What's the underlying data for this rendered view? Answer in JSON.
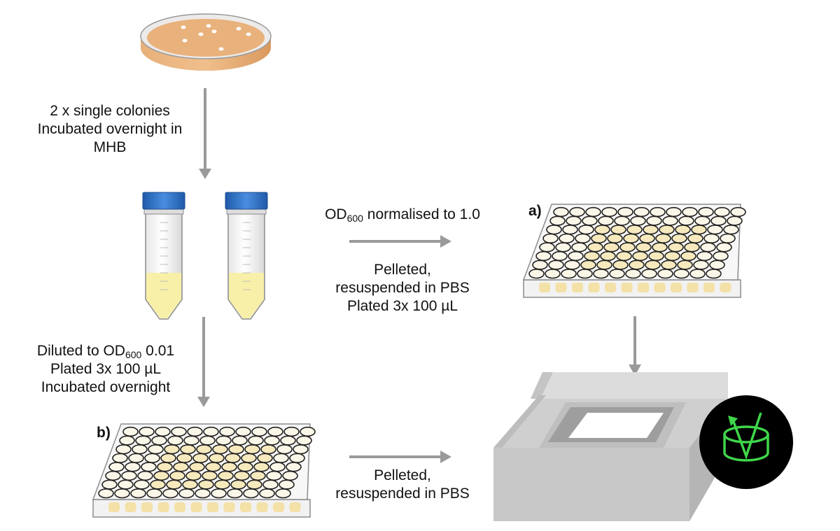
{
  "colors": {
    "agar": "#e3a86b",
    "dish_rim": "#d9d9d9",
    "cap": "#2f6fc0",
    "culture": "#f8f0a8",
    "arrow": "#9a9a9a",
    "reader": "#cfcfcf",
    "reader_icon_bg": "#000000",
    "reader_icon": "#3fd64a",
    "well_fill": "#f3dfa0"
  },
  "icons": [
    "petri-dish-icon",
    "falcon-tube-icon",
    "well-plate-icon",
    "plate-reader-icon",
    "absorbance-icon"
  ],
  "step_overnight": {
    "line1": "2 x single colonies",
    "line2": "Incubated overnight in",
    "line3": "MHB"
  },
  "step_normalise": {
    "od_prefix": "OD",
    "od_sub": "600",
    "od_suffix": " normalised to 1.0"
  },
  "step_pellet_a": {
    "line1": "Pelleted,",
    "line2": "resuspended in PBS",
    "line3": "Plated 3x 100 µL"
  },
  "step_dilute": {
    "line1_prefix": "Diluted to OD",
    "line1_sub": "600",
    "line1_suffix": " 0.01",
    "line2": "Plated 3x 100 µL",
    "line3": "Incubated overnight"
  },
  "step_pellet_b": {
    "line1": "Pelleted,",
    "line2": "resuspended in PBS"
  },
  "plate_a_label": "a)",
  "plate_b_label": "b)"
}
